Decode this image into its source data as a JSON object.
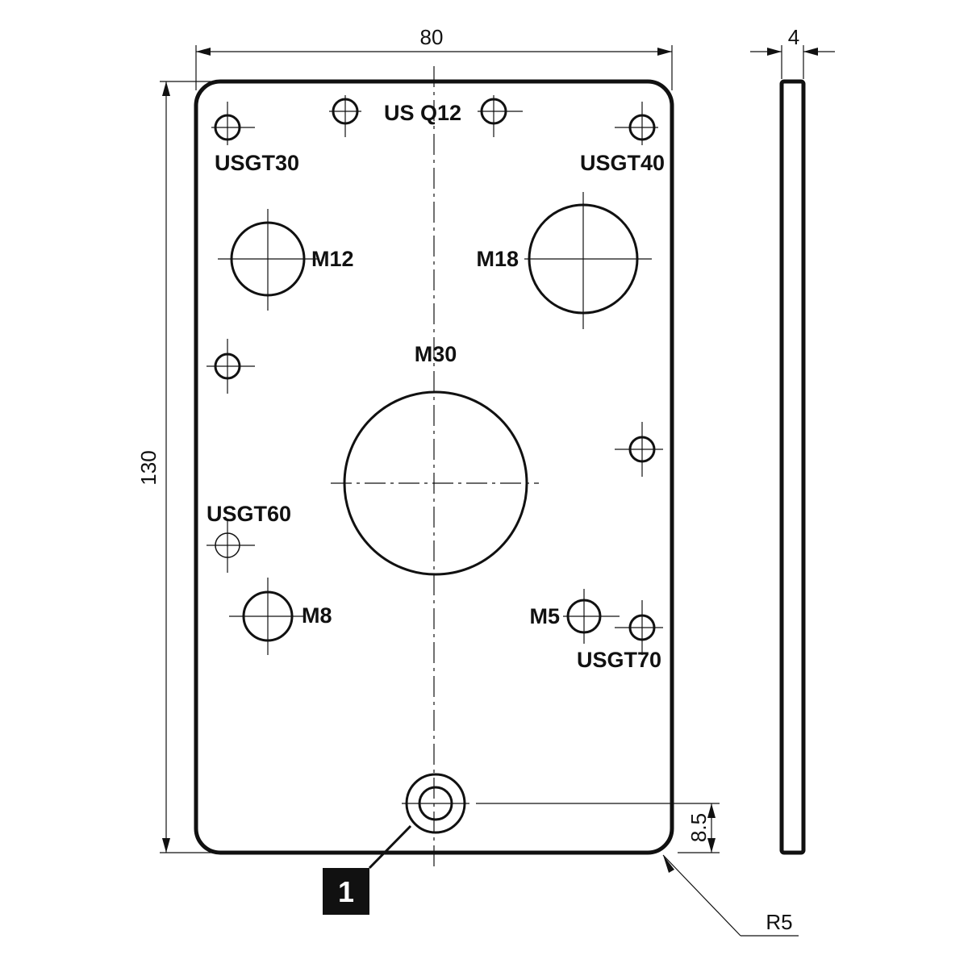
{
  "dimensions": {
    "width": "80",
    "height": "130",
    "thickness": "4",
    "edge_offset": "8.5",
    "corner_radius": "R5"
  },
  "labels": {
    "us_q12": "US Q12",
    "usgt30": "USGT30",
    "usgt40": "USGT40",
    "m12": "M12",
    "m18": "M18",
    "m30": "M30",
    "usgt60": "USGT60",
    "m8": "M8",
    "m5": "M5",
    "usgt70": "USGT70"
  },
  "callout": {
    "number": "1"
  }
}
